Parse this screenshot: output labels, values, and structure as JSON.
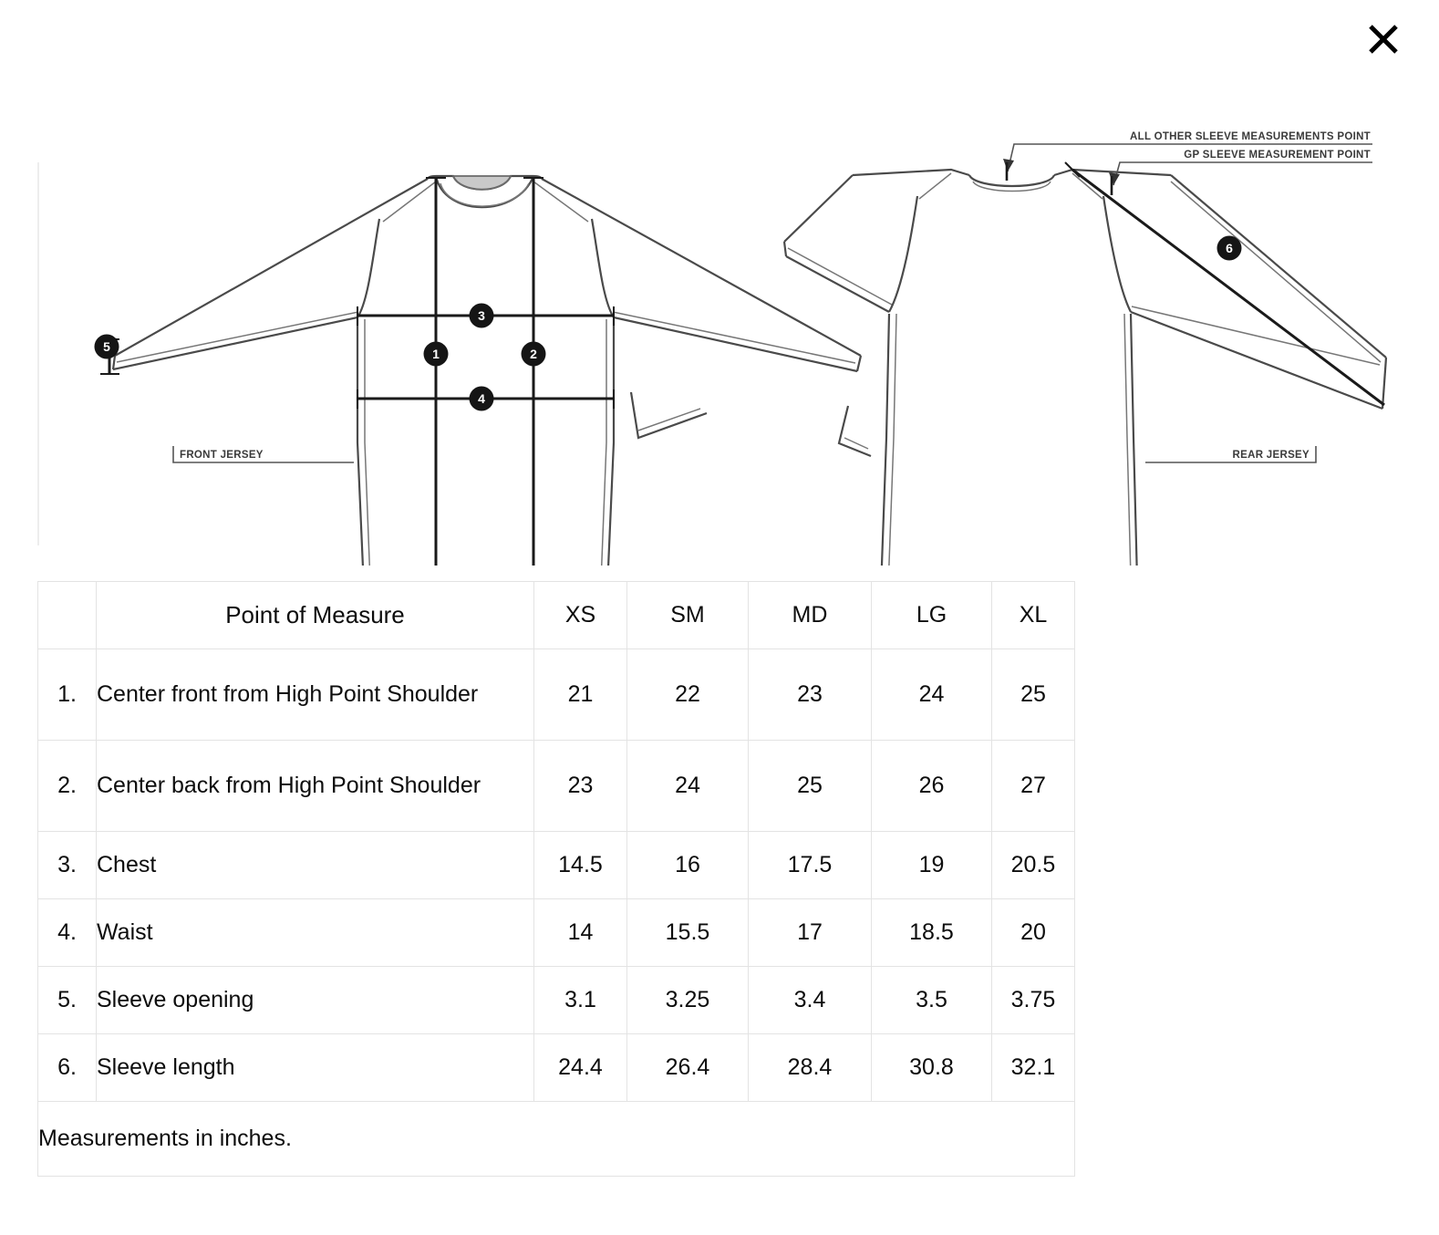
{
  "dialog": {
    "close_label": "×",
    "close_icon": "close-icon"
  },
  "diagram": {
    "annotations": {
      "all_other_sleeve": "ALL OTHER SLEEVE MEASUREMENTS POINT",
      "gp_sleeve": "GP SLEEVE MEASUREMENT POINT",
      "front_jersey": "FRONT JERSEY",
      "rear_jersey": "REAR JERSEY"
    },
    "markers": [
      {
        "id": "1",
        "label": "1"
      },
      {
        "id": "2",
        "label": "2"
      },
      {
        "id": "3",
        "label": "3"
      },
      {
        "id": "4",
        "label": "4"
      },
      {
        "id": "5",
        "label": "5"
      },
      {
        "id": "6",
        "label": "6"
      }
    ],
    "colors": {
      "outline": "#4a4a4a",
      "dimension_line": "#1a1a1a",
      "marker_fill": "#151515",
      "neck_fill": "#c9c9c9"
    }
  },
  "table": {
    "headers": [
      "",
      "Point of Measure",
      "XS",
      "SM",
      "MD",
      "LG",
      "XL"
    ],
    "rows": [
      {
        "index": "1.",
        "point": " Center front from High Point Shoulder",
        "values": [
          "21",
          "22",
          "23",
          "24",
          "25"
        ]
      },
      {
        "index": "2.",
        "point": " Center back from High Point Shoulder",
        "values": [
          "23",
          "24",
          "25",
          "26",
          "27"
        ]
      },
      {
        "index": "3.",
        "point": "Chest",
        "values": [
          "14.5",
          "16",
          "17.5",
          "19",
          "20.5"
        ]
      },
      {
        "index": "4.",
        "point": "Waist",
        "values": [
          "14",
          "15.5",
          "17",
          "18.5",
          "20"
        ]
      },
      {
        "index": "5.",
        "point": " Sleeve opening",
        "values": [
          "3.1",
          "3.25",
          "3.4",
          "3.5",
          "3.75"
        ]
      },
      {
        "index": "6.",
        "point": "Sleeve length",
        "values": [
          "24.4",
          "26.4",
          "28.4",
          "30.8",
          "32.1"
        ]
      }
    ],
    "footnote": "Measurements in inches.",
    "border_color": "#e3e3e3"
  }
}
